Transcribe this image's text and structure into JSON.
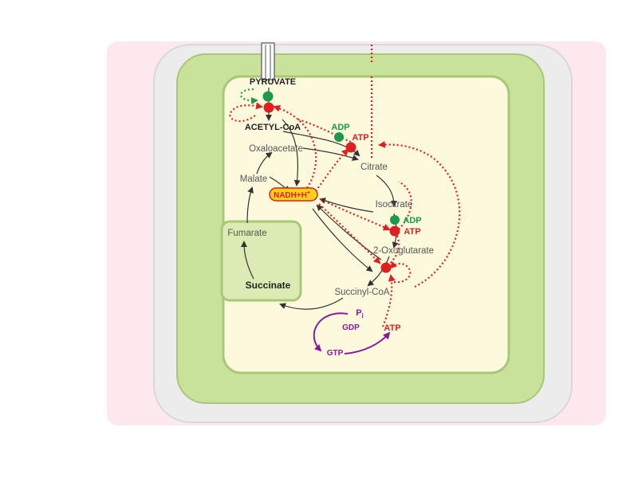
{
  "labels": {
    "pyruvate": "PYRUVATE",
    "acetyl_coa": "ACETYL-CoA",
    "oxaloacetate": "Oxaloacetate",
    "malate": "Malate",
    "fumarate": "Fumarate",
    "succinate": "Succinate",
    "succinyl_coa": "Succinyl-CoA",
    "oxoglutarate": "2-Oxoglutarate",
    "isocitrate": "Isocitrate",
    "citrate": "Citrate",
    "nadh": "NADH+H",
    "nadh_sup": "+",
    "adp_1": "ADP",
    "atp_1": "ATP",
    "adp_2": "ADP",
    "atp_2": "ATP",
    "atp_3": "ATP",
    "pi": "P",
    "pi_sub": "i",
    "gdp": "GDP",
    "gtp": "GTP"
  },
  "colors": {
    "activator": "#1a9a4a",
    "inhibitor": "#e02020",
    "gtp_path": "#8a1a9a",
    "flow": "#333333",
    "nadh_fill": "#ffd21a",
    "outer_band": "#fde8ee",
    "membrane_outer": "#ececec",
    "membrane_green": "#c9e29a",
    "matrix": "#fdf9dc",
    "succinate_box": "#dcebb4"
  }
}
